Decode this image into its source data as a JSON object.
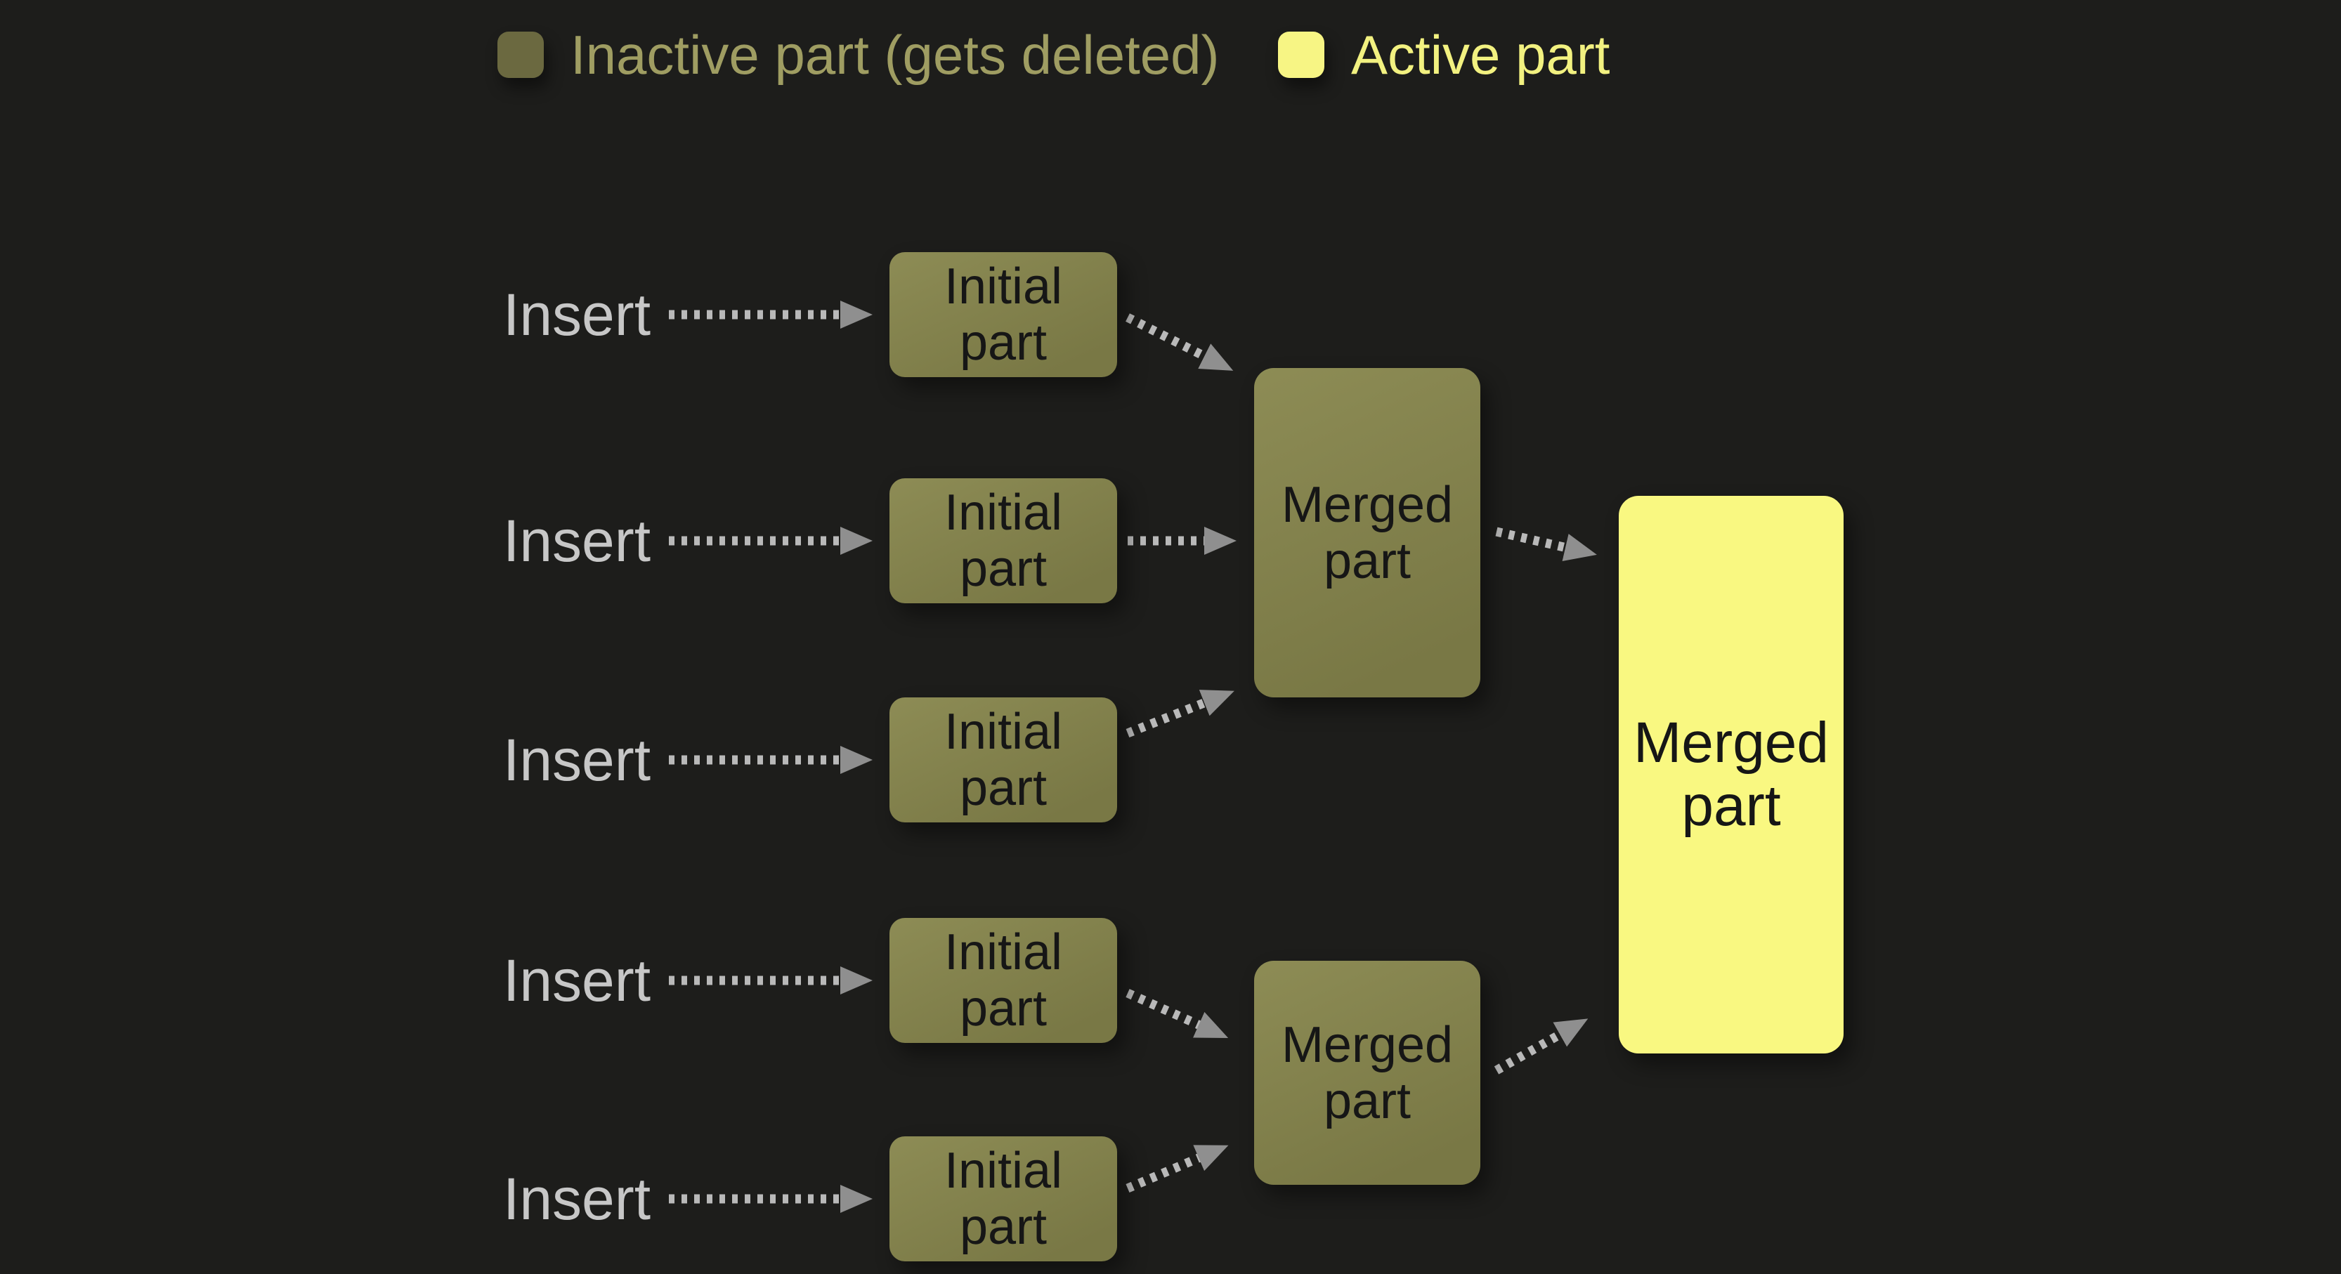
{
  "legend": {
    "inactive": {
      "label": "Inactive part (gets deleted)",
      "swatch_color": "#6b6940"
    },
    "active": {
      "label": "Active part",
      "swatch_color": "#f7f584"
    }
  },
  "rows": [
    {
      "insert_label": "Insert",
      "box_label": "Initial\npart"
    },
    {
      "insert_label": "Insert",
      "box_label": "Initial\npart"
    },
    {
      "insert_label": "Insert",
      "box_label": "Initial\npart"
    },
    {
      "insert_label": "Insert",
      "box_label": "Initial\npart"
    },
    {
      "insert_label": "Insert",
      "box_label": "Initial\npart"
    }
  ],
  "merged": {
    "top": {
      "label": "Merged\npart"
    },
    "bottom": {
      "label": "Merged\npart"
    },
    "final": {
      "label": "Merged\npart"
    }
  },
  "colors": {
    "background": "#1d1d1b",
    "inactive_box_start": "#8d8c55",
    "inactive_box_end": "#797845",
    "active_box": "#f9f881",
    "box_text": "#161616",
    "insert_text": "#c7c7c7",
    "legend_inactive_text": "#9f9d62",
    "legend_active_text": "#f2f180",
    "legend_inactive_swatch": "#6b6940",
    "legend_active_swatch": "#f7f584",
    "arrow_dots": "#b9b9b9",
    "arrow_head": "#8f8f8f"
  }
}
